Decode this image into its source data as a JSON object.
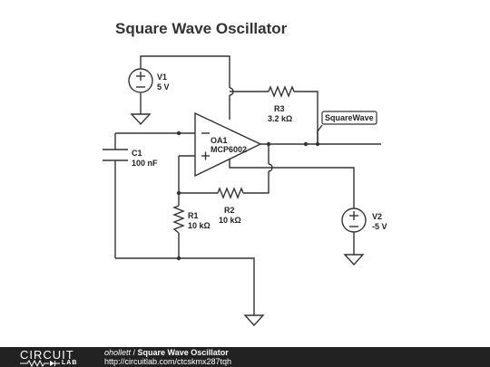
{
  "title": "Square Wave Oscillator",
  "components": {
    "v1": {
      "name": "V1",
      "value": "5 V"
    },
    "v2": {
      "name": "V2",
      "value": "-5 V"
    },
    "c1": {
      "name": "C1",
      "value": "100 nF"
    },
    "r1": {
      "name": "R1",
      "value": "10 kΩ"
    },
    "r2": {
      "name": "R2",
      "value": "10 kΩ"
    },
    "r3": {
      "name": "R3",
      "value": "3.2 kΩ"
    },
    "oa1": {
      "name": "OA1",
      "value": "MCP6002"
    }
  },
  "net_label": "SquareWave",
  "footer": {
    "logo_top": "CIRCUIT",
    "logo_bottom": "LAB",
    "author": "ohollett",
    "separator": " / ",
    "circuit_title": "Square Wave Oscillator",
    "url": "http://circuitlab.com/ctcskmx287tqh"
  }
}
